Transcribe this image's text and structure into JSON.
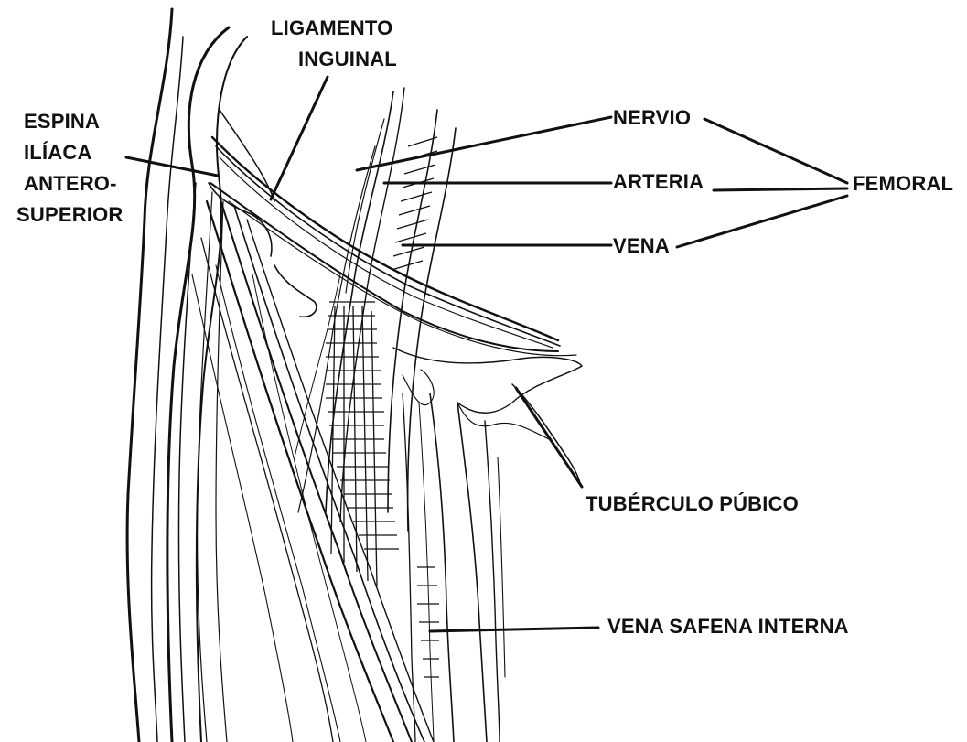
{
  "diagram": {
    "labels": {
      "ligamento_inguinal": [
        "LIGAMENTO",
        "INGUINAL"
      ],
      "espina_iliaca": [
        "ESPINA",
        "ILÍACA",
        "ANTERO-",
        "SUPERIOR"
      ],
      "nervio": "NERVIO",
      "arteria": "ARTERIA",
      "vena": "VENA",
      "femoral": "FEMORAL",
      "tuberculo_pubico": "TUBÉRCULO PÚBICO",
      "vena_safena_interna": "VENA SAFENA INTERNA"
    },
    "ink_color": "#111111",
    "background": "#ffffff"
  }
}
